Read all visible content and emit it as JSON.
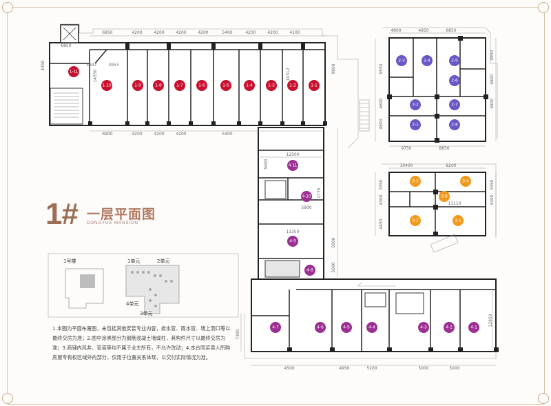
{
  "title": {
    "number": "1#",
    "cn": "一层平面图",
    "en": "DONGYUE MANSION"
  },
  "colors": {
    "unit1": "#c8102e",
    "unit2": "#6a57c6",
    "unit3": "#f29a1c",
    "unit4": "#9b2f92",
    "wall": "#222222",
    "accent": "#b07a60"
  },
  "key_plan": {
    "building": "1号楼",
    "unit1": "1单元",
    "unit2": "2单元",
    "unit3": "3单元",
    "unit4": "4单元"
  },
  "notes": "1.本图为平面布置图，未包括其他安装专业内容，排水管、雨水管、墙上洞口等以最终交房为准；2.图中涂黑部分为钢筋混凝土墙或柱，其构件尺寸以最终交房为准；3.商铺内风井、管道等均不属于业主所有，不允许改动；4.本合同买卖人所购房屋专有权区域外的部分，仅用于位置关系体现，以交付实际情况为准。",
  "units": {
    "u1_11": "1-11",
    "u1_10": "1-10",
    "u1_9": "1-9",
    "u1_8": "1-8",
    "u1_7": "1-7",
    "u1_6": "1-6",
    "u1_5": "1-5",
    "u1_4": "1-4",
    "u1_3": "1-3",
    "u1_2": "1-2",
    "u1_1": "1-1",
    "u2_1": "2-1",
    "u2_2": "2-2",
    "u2_3": "2-3",
    "u2_4": "2-4",
    "u2_5": "2-5",
    "u2_6": "2-6",
    "u2_7": "2-7",
    "u2_8": "2-8",
    "u3_1": "3-1",
    "u3_2": "3-2",
    "u3_3": "3-3",
    "u3_4": "3-4",
    "u3_5": "3-5",
    "u4_1": "4-1",
    "u4_2": "4-2",
    "u4_3": "4-3",
    "u4_4": "4-4",
    "u4_5": "4-5",
    "u4_6": "4-6",
    "u4_7": "4-7",
    "u4_8": "4-8",
    "u4_9": "4-9",
    "u4_10": "4-10",
    "u4_11": "4-11"
  },
  "dims": {
    "t_6950": "6950",
    "t_4200a": "4200",
    "t_4200b": "4200",
    "t_4200c": "4200",
    "t_4200d": "4200",
    "t_5400a": "5400",
    "t_4200e": "4200",
    "t_4200f": "4200",
    "t_4100": "4100",
    "b_6900": "6900",
    "b_4200a": "4200",
    "b_4200b": "4200",
    "b_4200c": "4200",
    "b_5400": "5400",
    "d_6850": "6850",
    "d_4350": "4350",
    "d_3953": "3953",
    "d_4847": "4847",
    "d_14550": "14550",
    "d_9600": "9600",
    "d_10312": "10312",
    "d_4800a": "4800",
    "d_4950a": "4950",
    "d_6850b": "6850",
    "d_9550": "9550",
    "d_4950b": "4950",
    "d_4600a": "4600",
    "d_4800b": "4800",
    "d_4800c": "4800",
    "d_4600b": "4600",
    "d_9750": "9750",
    "d_8850": "8850",
    "d_10400": "10400",
    "d_8200": "8200",
    "d_3350a": "3350",
    "d_4300a": "4300",
    "d_11110": "11110",
    "d_4450": "4450",
    "d_3350b": "3350",
    "d_4300b": "4300",
    "d_12500": "12500",
    "d_5000a": "5000",
    "d_5900": "5900",
    "d_2775": "2775",
    "d_11350": "11350",
    "d_5000b": "5000",
    "d_5000c": "5000",
    "d_7300": "7300",
    "d_12850": "12850",
    "d_4500": "4500",
    "d_4950c": "4950",
    "d_5200": "5200",
    "d_5000d": "5000",
    "d_5000e": "5000"
  }
}
